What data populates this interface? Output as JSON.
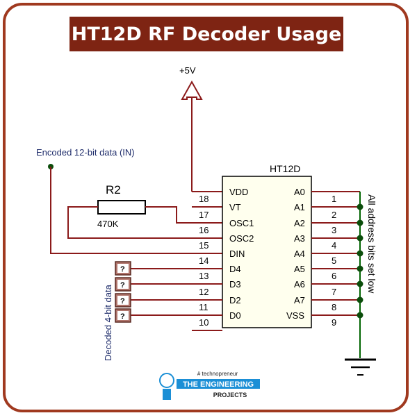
{
  "title": "HT12D RF Decoder Usage",
  "supply_label": "+5V",
  "input_label": "Encoded 12-bit data (IN)",
  "chip_name": "HT12D",
  "resistor": {
    "ref": "R2",
    "value": "470K"
  },
  "left_pins": [
    {
      "num": "18",
      "name": "VDD"
    },
    {
      "num": "17",
      "name": "VT"
    },
    {
      "num": "16",
      "name": "OSC1"
    },
    {
      "num": "15",
      "name": "OSC2"
    },
    {
      "num": "14",
      "name": "DIN"
    },
    {
      "num": "13",
      "name": "D4"
    },
    {
      "num": "12",
      "name": "D3"
    },
    {
      "num": "11",
      "name": "D2"
    },
    {
      "num": "10",
      "name": "D0"
    }
  ],
  "right_pins": [
    {
      "num": "1",
      "name": "A0"
    },
    {
      "num": "2",
      "name": "A1"
    },
    {
      "num": "3",
      "name": "A2"
    },
    {
      "num": "4",
      "name": "A3"
    },
    {
      "num": "5",
      "name": "A4"
    },
    {
      "num": "6",
      "name": "A5"
    },
    {
      "num": "7",
      "name": "A6"
    },
    {
      "num": "8",
      "name": "A7"
    },
    {
      "num": "9",
      "name": "VSS"
    }
  ],
  "address_note": "All address bits set low",
  "decoded_label": "Decoded 4-bit data",
  "probe_symbol": "?",
  "logo": {
    "tag": "# technopreneur",
    "line1": "THE ENGINEERING",
    "line2": "PROJECTS"
  },
  "colors": {
    "frame": "#a0391f",
    "title_bg": "#7e2413",
    "wire": "#8b1a1a",
    "ground": "#006400",
    "node": "#0b4d0b",
    "probe": "#b0756c",
    "logo": "#1b8fd6"
  }
}
